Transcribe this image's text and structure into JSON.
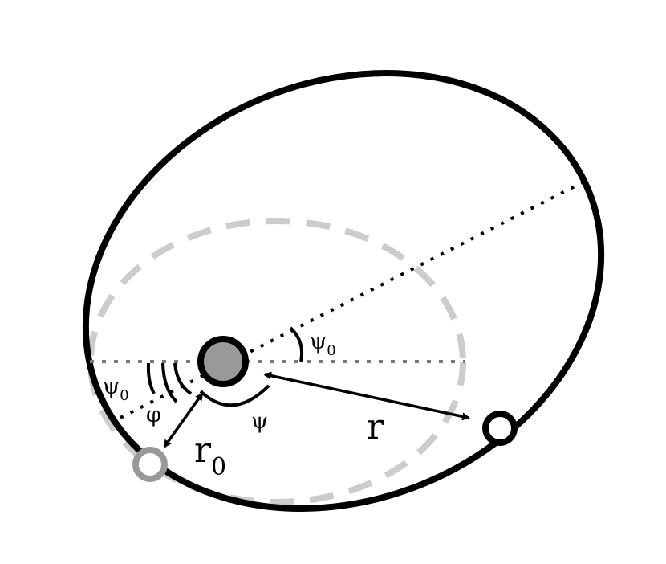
{
  "labels": {
    "psi0_right": {
      "main": "ψ",
      "sub": "0"
    },
    "psi0_left": {
      "main": "ψ",
      "sub": "0"
    },
    "phi": "φ",
    "psi": "ψ",
    "r": "r",
    "r0": {
      "main": "r",
      "sub": "0"
    }
  },
  "colors": {
    "orbit": "#000000",
    "circle_dashed": "#cccccc",
    "central_body": "#999999",
    "start_point": "#999999",
    "end_point": "#000000",
    "horizontal_axis": "#777777",
    "apsis_axis": "#000000"
  }
}
